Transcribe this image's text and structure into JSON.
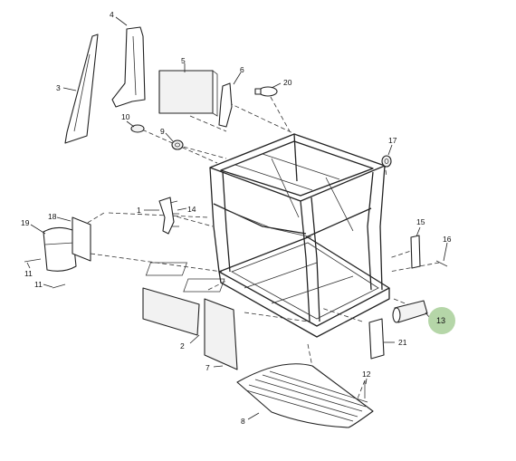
{
  "callouts": {
    "c1": "1",
    "c2": "2",
    "c3": "3",
    "c4": "4",
    "c5": "5",
    "c6": "6",
    "c7": "7",
    "c8": "8",
    "c9": "9",
    "c10": "10",
    "c11a": "11",
    "c11b": "11",
    "c12": "12",
    "c13": "13",
    "c14": "14",
    "c15": "15",
    "c16": "16",
    "c17": "17",
    "c18": "18",
    "c19": "19",
    "c20": "20",
    "c21": "21"
  },
  "highlight": {
    "callout": "13",
    "color": "#b5d6a8"
  }
}
